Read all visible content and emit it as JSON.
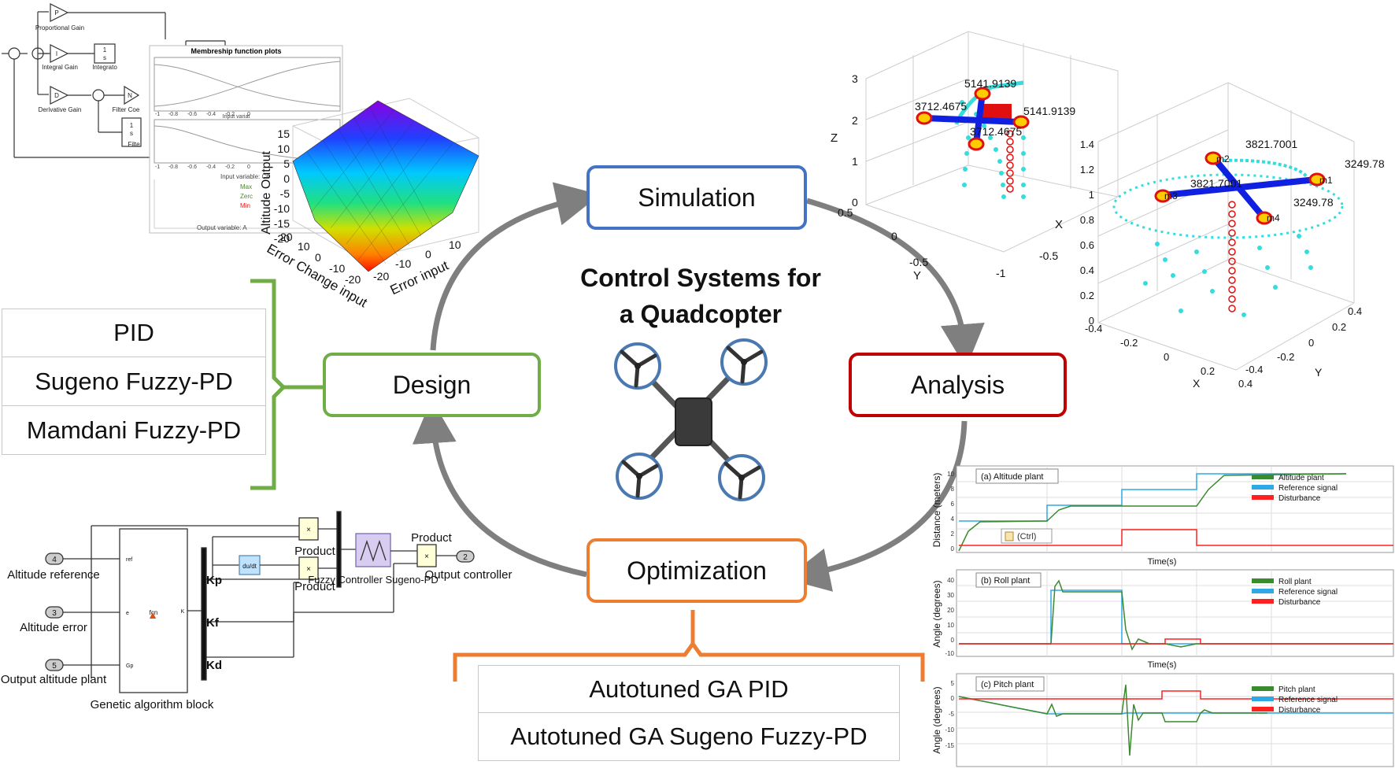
{
  "center": {
    "title_line1": "Control Systems for",
    "title_line2": "a Quadcopter"
  },
  "stages": {
    "simulation": "Simulation",
    "analysis": "Analysis",
    "optimization": "Optimization",
    "design": "Design"
  },
  "design_methods": [
    "PID",
    "Sugeno Fuzzy-PD",
    "Mamdani Fuzzy-PD"
  ],
  "optimization_methods": [
    "Autotuned GA PID",
    "Autotuned GA Sugeno Fuzzy-PD"
  ],
  "colors": {
    "simulation": "#4472C4",
    "analysis": "#C00000",
    "optimization": "#ED7D31",
    "design": "#70AD47",
    "cycle_arrow": "#7f7f7f"
  },
  "pid_block": {
    "proportional": "Proportional Gain",
    "integral": "Integral Gain",
    "integrator": "Integrato",
    "derivative": "Derivative Gain",
    "filter_coef": "Filter Coe",
    "filter": "Filte",
    "p_symbol": "P",
    "i_symbol": "I",
    "d_symbol": "D",
    "n_symbol": "N"
  },
  "membership_plot": {
    "title": "Membreship function plots",
    "input_label": "Input variat",
    "input_variable_label": "Input variable: Ch",
    "output_variable_label": "Output variable: A",
    "legend": [
      "Max",
      "Zerc",
      "Min"
    ],
    "ticks": [
      "-1",
      "-0.8",
      "-0.6",
      "-0.4",
      "-0.2",
      "0"
    ]
  },
  "surface_plot": {
    "zlabel": "Altitude Output",
    "xlabel": "Error Change input",
    "ylabel": "Error input",
    "zticks": [
      "15",
      "10",
      "5",
      "0",
      "-5",
      "-10",
      "-15",
      "-20"
    ],
    "x_ticks": [
      "20",
      "10",
      "0",
      "-10",
      "-20"
    ],
    "y_ticks": [
      "-20",
      "-10",
      "0",
      "10"
    ]
  },
  "quad3d": {
    "labels1": [
      "5141.9139",
      "3712.4675",
      "5141.9139",
      "3712.4675"
    ],
    "labels2": [
      "3821.7001",
      "3821.7001",
      "3249.78",
      "3249.78"
    ],
    "motor_labels": [
      "m2",
      "m3",
      "m1",
      "m4"
    ],
    "axis_z": "Z",
    "axis_y": "Y",
    "axis_x": "X",
    "ticks_z1": [
      "3",
      "2",
      "1",
      "0"
    ],
    "ticks_z2": [
      "1.4",
      "1.2",
      "1",
      "0.8",
      "0.6",
      "0.4",
      "0.2",
      "0"
    ],
    "ticks_misc": [
      "0.5",
      "0",
      "-0.5",
      "-1",
      "-0.5",
      "-0.4",
      "-0.2",
      "0",
      "0.2",
      "0.4",
      "0.4",
      "0.2",
      "0",
      "-0.2",
      "-0.4"
    ]
  },
  "response_plots": {
    "panels": [
      {
        "title": "(a) Altitude plant",
        "ylabel": "Distance (meters)",
        "series": [
          "Altitude plant",
          "Reference signal",
          "Disturbance"
        ],
        "yticks": [
          "10",
          "8",
          "6",
          "4",
          "2",
          "0"
        ]
      },
      {
        "title": "(b) Roll plant",
        "ylabel": "Angle (degrees)",
        "series": [
          "Roll plant",
          "Reference signal",
          "Disturbance"
        ],
        "yticks": [
          "40",
          "30",
          "20",
          "10",
          "0",
          "-10"
        ]
      },
      {
        "title": "(c) Pitch plant",
        "ylabel": "Angle (degrees)",
        "series": [
          "Pitch plant",
          "Reference signal",
          "Disturbance"
        ],
        "yticks": [
          "5",
          "0",
          "-5",
          "-10",
          "-15"
        ]
      }
    ],
    "xlabel": "Time(s)",
    "ctrl_tag": "(Ctrl)",
    "plant_color": "#3a8a2e",
    "reference_color": "#2ea8e6",
    "disturbance_color": "#ff2020"
  },
  "genetic_block": {
    "in_altitude_ref": "Altitude reference",
    "in_altitude_error": "Altitude error",
    "in_output_altitude": "Output altitude plant",
    "port_nums": [
      "4",
      "3",
      "5",
      "2"
    ],
    "block_name": "Genetic algorithm block",
    "fcn": "fcn",
    "ports_in": [
      "ref",
      "e",
      "Gp"
    ],
    "port_out": "K",
    "kp": "Kp",
    "kf": "Kf",
    "kd": "Kd",
    "dudt": "du/dt",
    "product1": "Product",
    "product2": "Product",
    "product3": "Product",
    "fuzzy": "Fuzzy Controller Sugeno-PD",
    "output": "Output controller"
  }
}
